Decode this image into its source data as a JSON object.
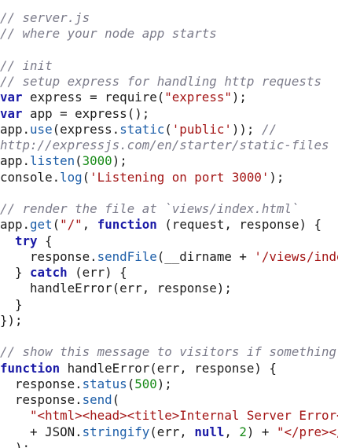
{
  "editor": {
    "lines": [
      [
        {
          "t": "// server.js",
          "k": "comment"
        }
      ],
      [
        {
          "t": "// where your node app starts",
          "k": "comment"
        }
      ],
      [],
      [
        {
          "t": "// init",
          "k": "comment"
        }
      ],
      [
        {
          "t": "// setup express for handling http requests",
          "k": "comment"
        }
      ],
      [
        {
          "t": "var",
          "k": "keyword"
        },
        {
          "t": " express = require(",
          "k": "plain"
        },
        {
          "t": "\"express\"",
          "k": "string"
        },
        {
          "t": ");",
          "k": "plain"
        }
      ],
      [
        {
          "t": "var",
          "k": "keyword"
        },
        {
          "t": " app = express();",
          "k": "plain"
        }
      ],
      [
        {
          "t": "app.",
          "k": "plain"
        },
        {
          "t": "use",
          "k": "method"
        },
        {
          "t": "(express.",
          "k": "plain"
        },
        {
          "t": "static",
          "k": "method"
        },
        {
          "t": "(",
          "k": "plain"
        },
        {
          "t": "'public'",
          "k": "string"
        },
        {
          "t": ")); ",
          "k": "plain"
        },
        {
          "t": "//",
          "k": "comment"
        }
      ],
      [
        {
          "t": "http://expressjs.com/en/starter/static-files",
          "k": "comment"
        }
      ],
      [
        {
          "t": "app.",
          "k": "plain"
        },
        {
          "t": "listen",
          "k": "method"
        },
        {
          "t": "(",
          "k": "plain"
        },
        {
          "t": "3000",
          "k": "number"
        },
        {
          "t": ");",
          "k": "plain"
        }
      ],
      [
        {
          "t": "console.",
          "k": "plain"
        },
        {
          "t": "log",
          "k": "method"
        },
        {
          "t": "(",
          "k": "plain"
        },
        {
          "t": "'Listening on port 3000'",
          "k": "string"
        },
        {
          "t": ");",
          "k": "plain"
        }
      ],
      [],
      [
        {
          "t": "// render the file at `views/index.html`",
          "k": "comment"
        }
      ],
      [
        {
          "t": "app.",
          "k": "plain"
        },
        {
          "t": "get",
          "k": "method"
        },
        {
          "t": "(",
          "k": "plain"
        },
        {
          "t": "\"/\"",
          "k": "string"
        },
        {
          "t": ", ",
          "k": "plain"
        },
        {
          "t": "function",
          "k": "keyword"
        },
        {
          "t": " (request, response) {",
          "k": "plain"
        }
      ],
      [
        {
          "t": "  ",
          "k": "plain"
        },
        {
          "t": "try",
          "k": "keyword"
        },
        {
          "t": " {",
          "k": "plain"
        }
      ],
      [
        {
          "t": "    response.",
          "k": "plain"
        },
        {
          "t": "sendFile",
          "k": "method"
        },
        {
          "t": "(__dirname + ",
          "k": "plain"
        },
        {
          "t": "'/views/index.html'",
          "k": "string"
        },
        {
          "t": ");",
          "k": "plain"
        }
      ],
      [
        {
          "t": "  } ",
          "k": "plain"
        },
        {
          "t": "catch",
          "k": "keyword"
        },
        {
          "t": " (err) {",
          "k": "plain"
        }
      ],
      [
        {
          "t": "    handleError(err, response);",
          "k": "plain"
        }
      ],
      [
        {
          "t": "  }",
          "k": "plain"
        }
      ],
      [
        {
          "t": "});",
          "k": "plain"
        }
      ],
      [],
      [
        {
          "t": "// show this message to visitors if something goes wrong",
          "k": "comment"
        }
      ],
      [
        {
          "t": "function",
          "k": "keyword"
        },
        {
          "t": " handleError(err, response) {",
          "k": "plain"
        }
      ],
      [
        {
          "t": "  response.",
          "k": "plain"
        },
        {
          "t": "status",
          "k": "method"
        },
        {
          "t": "(",
          "k": "plain"
        },
        {
          "t": "500",
          "k": "number"
        },
        {
          "t": ");",
          "k": "plain"
        }
      ],
      [
        {
          "t": "  response.",
          "k": "plain"
        },
        {
          "t": "send",
          "k": "method"
        },
        {
          "t": "(",
          "k": "plain"
        }
      ],
      [
        {
          "t": "    ",
          "k": "plain"
        },
        {
          "t": "\"<html><head><title>Internal Server Error</title></head><body><pre>\"",
          "k": "string"
        }
      ],
      [
        {
          "t": "    + JSON.",
          "k": "plain"
        },
        {
          "t": "stringify",
          "k": "method"
        },
        {
          "t": "(err, ",
          "k": "plain"
        },
        {
          "t": "null",
          "k": "keyword"
        },
        {
          "t": ", ",
          "k": "plain"
        },
        {
          "t": "2",
          "k": "number"
        },
        {
          "t": ") + ",
          "k": "plain"
        },
        {
          "t": "\"</pre></body></html>\"",
          "k": "string"
        }
      ],
      [
        {
          "t": "  );",
          "k": "plain"
        }
      ]
    ]
  }
}
